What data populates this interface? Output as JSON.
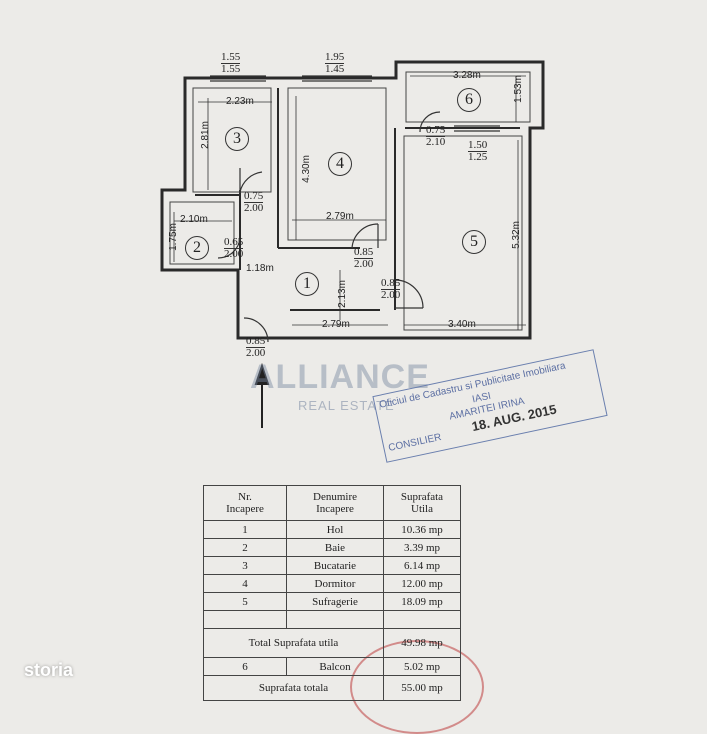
{
  "plan": {
    "dims": {
      "d_223": "2.23m",
      "d_281": "2.81m",
      "d_430": "4.30m",
      "d_279_top": "2.79m",
      "d_328": "3.28m",
      "d_153": "1.53m",
      "d_210": "2.10m",
      "d_175": "1.75m",
      "d_118": "1.18m",
      "d_213": "2.13m",
      "d_279_bot": "2.79m",
      "d_340": "3.40m",
      "d_532": "5.32m"
    },
    "windows": [
      {
        "top": "1.55",
        "bottom": "1.55"
      },
      {
        "top": "1.95",
        "bottom": "1.45"
      },
      {
        "top": "1.50",
        "bottom": "1.25"
      }
    ],
    "doors": [
      {
        "top": "0.75",
        "bottom": "2.00"
      },
      {
        "top": "0.65",
        "bottom": "2.00"
      },
      {
        "top": "0.85",
        "bottom": "2.00"
      },
      {
        "top": "0.85",
        "bottom": "2.00"
      },
      {
        "top": "0.85",
        "bottom": "2.00"
      },
      {
        "top": "0.75",
        "bottom": "2.10"
      }
    ],
    "rooms": [
      "1",
      "2",
      "3",
      "4",
      "5",
      "6"
    ]
  },
  "watermark": {
    "name": "ALLIANCE",
    "sub": "REAL ESTATE"
  },
  "stamp": {
    "line1": "Oficiul de Cadastru si Publicitate Imobiliara",
    "line2": "IASI",
    "line3": "AMARITEI IRINA",
    "line4": "CONSILIER",
    "date": "18. AUG. 2015"
  },
  "table": {
    "headers": [
      [
        "Nr.",
        "Incapere"
      ],
      [
        "Denumire",
        "Incapere"
      ],
      [
        "Suprafata",
        "Utila"
      ]
    ],
    "rows": [
      {
        "nr": "1",
        "name": "Hol",
        "area": "10.36 mp"
      },
      {
        "nr": "2",
        "name": "Baie",
        "area": "3.39 mp"
      },
      {
        "nr": "3",
        "name": "Bucatarie",
        "area": "6.14 mp"
      },
      {
        "nr": "4",
        "name": "Dormitor",
        "area": "12.00 mp"
      },
      {
        "nr": "5",
        "name": "Sufragerie",
        "area": "18.09 mp"
      }
    ],
    "total_util_label": "Total Suprafata utila",
    "total_util_value": "49.98 mp",
    "balcon": {
      "nr": "6",
      "name": "Balcon",
      "area": "5.02 mp"
    },
    "total_label": "Suprafata totala",
    "total_value": "55.00 mp"
  },
  "brand": "storia"
}
